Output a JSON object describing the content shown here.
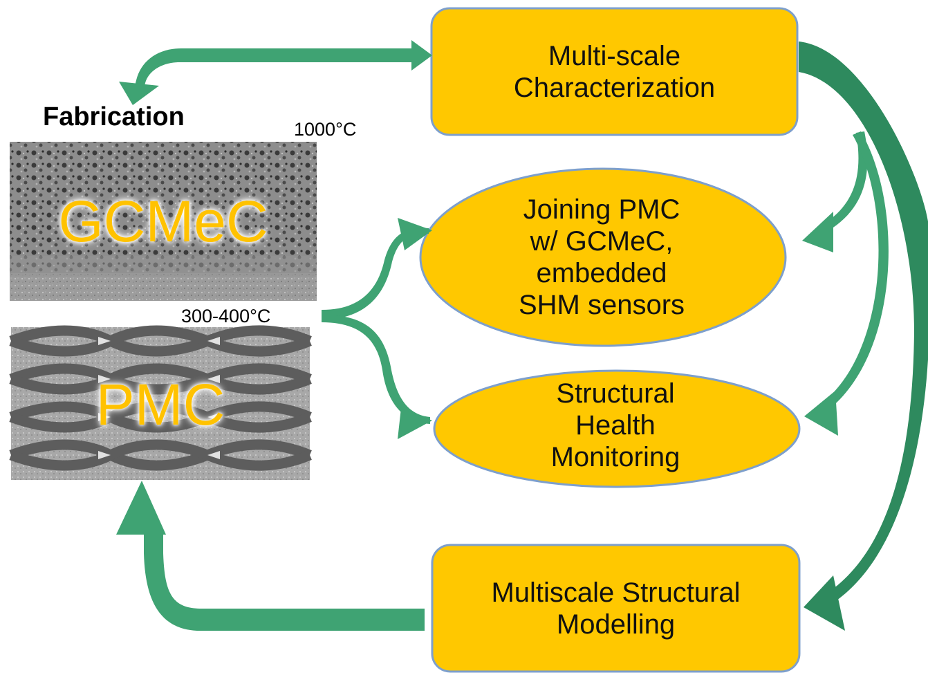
{
  "colors": {
    "box_fill": "#ffc800",
    "box_border": "#7d9fcc",
    "arrow": "#3fa373",
    "arrow_dark": "#2e8a5e",
    "label_yellow": "#ffc200"
  },
  "fabrication": {
    "heading": "Fabrication",
    "gcmec": {
      "temperature": "1000°C",
      "label": "GCMeC"
    },
    "pmc": {
      "temperature": "300-400°C",
      "label": "PMC"
    }
  },
  "nodes": {
    "characterization": {
      "shape": "rounded-rectangle",
      "lines": [
        "Multi-scale",
        "Characterization"
      ]
    },
    "joining": {
      "shape": "ellipse",
      "lines": [
        "Joining PMC",
        "w/ GCMeC,",
        "embedded",
        "SHM sensors"
      ]
    },
    "shm": {
      "shape": "ellipse",
      "lines": [
        "Structural",
        "Health",
        "Monitoring"
      ]
    },
    "modelling": {
      "shape": "rounded-rectangle",
      "lines": [
        "Multiscale Structural",
        "Modelling"
      ]
    }
  }
}
